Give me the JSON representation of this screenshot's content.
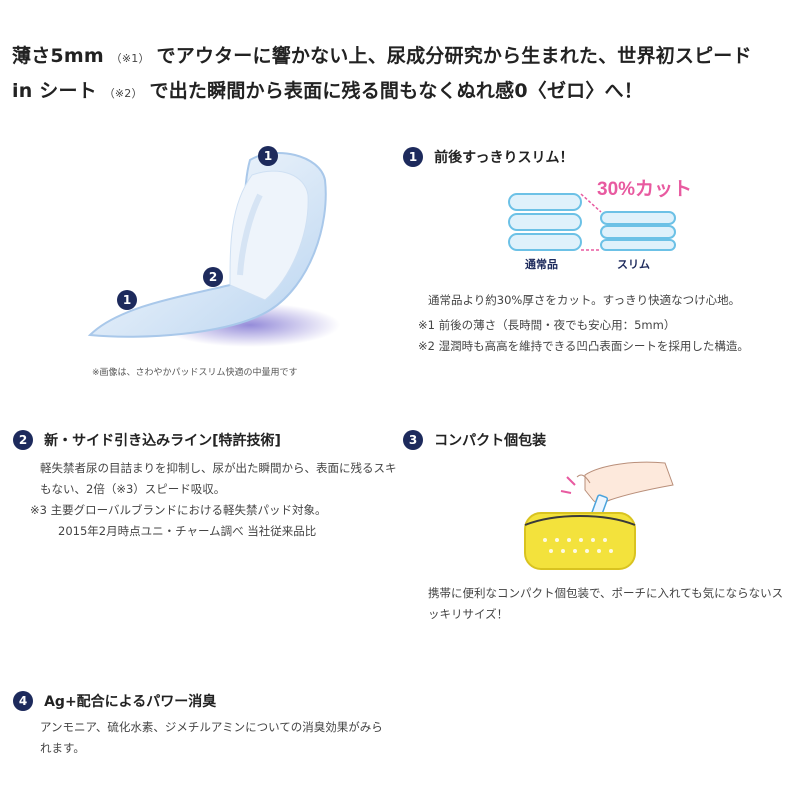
{
  "headline": {
    "line1_a": "薄さ5mm",
    "line1_note": "（※1）",
    "line1_b": "でアウターに響かない上、尿成分研究から生まれた、世界初スピード",
    "line2_a": "in シート",
    "line2_note": "（※2）",
    "line2_b": "で出た瞬間から表面に残る間もなくぬれ感0〈ゼロ〉へ！"
  },
  "product_image": {
    "markers": [
      "1",
      "2",
      "1"
    ],
    "caption": "※画像は、さわやかパッドスリム快適の中量用です"
  },
  "section1": {
    "number": "1",
    "title": "前後すっきりスリム！",
    "diagram": {
      "cut_label": "30%カット",
      "left_label": "通常品",
      "right_label": "スリム",
      "colors": {
        "layer_fill": "#dff1fb",
        "layer_stroke": "#6cc1e6",
        "accent": "#e85aa0"
      }
    },
    "body": "通常品より約30%厚さをカット。すっきり快適なつけ心地。",
    "notes": [
      "※1 前後の薄さ（長時間・夜でも安心用：5mm）",
      "※2 湿潤時も高高を維持できる凹凸表面シートを採用した構造。"
    ]
  },
  "section2": {
    "number": "2",
    "title": "新・サイド引き込みライン[特許技術]",
    "body": "軽失禁者尿の目詰まりを抑制し、尿が出た瞬間から、表面に残るスキもない、2倍（※3）スピード吸収。",
    "note_a": "※3 主要グローバルブランドにおける軽失禁パッド対象。",
    "note_b": "2015年2月時点ユニ・チャーム調べ 当社従来品比"
  },
  "section3": {
    "number": "3",
    "title": "コンパクト個包装",
    "body": "携帯に便利なコンパクト個包装で、ポーチに入れても気にならないスッキリサイズ！"
  },
  "section4": {
    "number": "4",
    "title": "Ag+配合によるパワー消臭",
    "body": "アンモニア、硫化水素、ジメチルアミンについての消臭効果がみられます。"
  },
  "colors": {
    "badge": "#1d2a5c",
    "pouch": "#f3e23c",
    "pouch_edge": "#d9c320"
  }
}
